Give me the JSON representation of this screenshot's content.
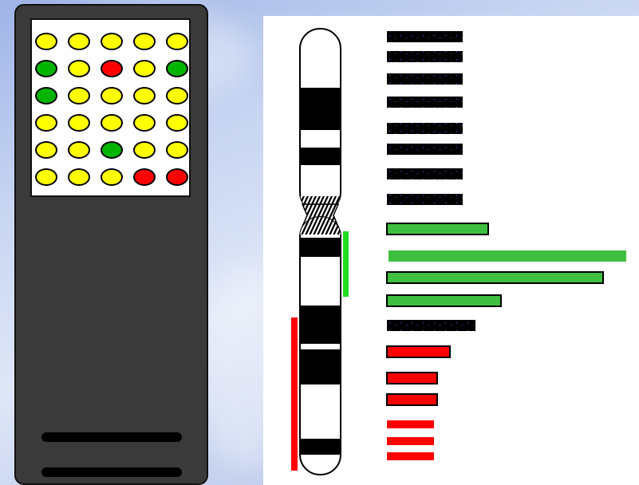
{
  "colors": {
    "yellow": "#ffff00",
    "green": "#00b400",
    "red": "#ff0000",
    "bar_green": "#3fbf3f",
    "bar_black": "#000000",
    "panel": "#3a3a3a"
  },
  "dot_grid": [
    [
      "yellow",
      "yellow",
      "yellow",
      "yellow",
      "yellow"
    ],
    [
      "green",
      "yellow",
      "red",
      "yellow",
      "green"
    ],
    [
      "green",
      "yellow",
      "yellow",
      "yellow",
      "yellow"
    ],
    [
      "yellow",
      "yellow",
      "yellow",
      "yellow",
      "yellow"
    ],
    [
      "yellow",
      "yellow",
      "green",
      "yellow",
      "yellow"
    ],
    [
      "yellow",
      "yellow",
      "yellow",
      "red",
      "red"
    ]
  ],
  "bars": [
    {
      "color": "black",
      "value": 95
    },
    {
      "color": "black",
      "value": 95
    },
    {
      "color": "black",
      "value": 95
    },
    {
      "color": "black",
      "value": 95
    },
    {
      "color": "black",
      "value": 95
    },
    {
      "color": "black",
      "value": 95
    },
    {
      "color": "black",
      "value": 95
    },
    {
      "color": "black",
      "value": 95
    },
    {
      "color": "green",
      "value": 127
    },
    {
      "color": "green",
      "value": 298
    },
    {
      "color": "green",
      "value": 271
    },
    {
      "color": "green",
      "value": 143
    },
    {
      "color": "black",
      "value": 111
    },
    {
      "color": "red",
      "value": 79
    },
    {
      "color": "red",
      "value": 63
    },
    {
      "color": "red",
      "value": 63
    },
    {
      "color": "red",
      "value": 59
    },
    {
      "color": "red",
      "value": 59
    },
    {
      "color": "red",
      "value": 59
    }
  ]
}
